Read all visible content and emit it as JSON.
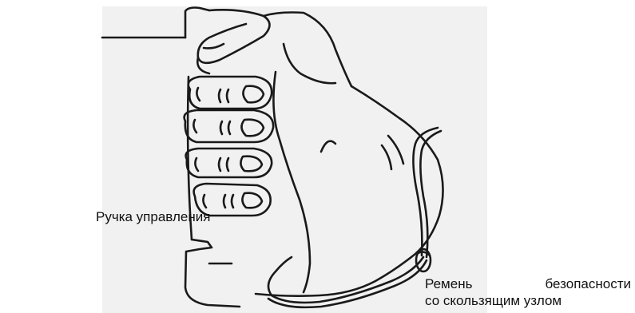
{
  "labels": {
    "control_handle": "Ручка управления",
    "safety_strap_word1": "Ремень",
    "safety_strap_word2": "безопасности",
    "safety_strap_line2": "со скользящим узлом"
  },
  "colors": {
    "background": "#ffffff",
    "paper": "#f1f1f1",
    "line": "#1a1a1a"
  }
}
